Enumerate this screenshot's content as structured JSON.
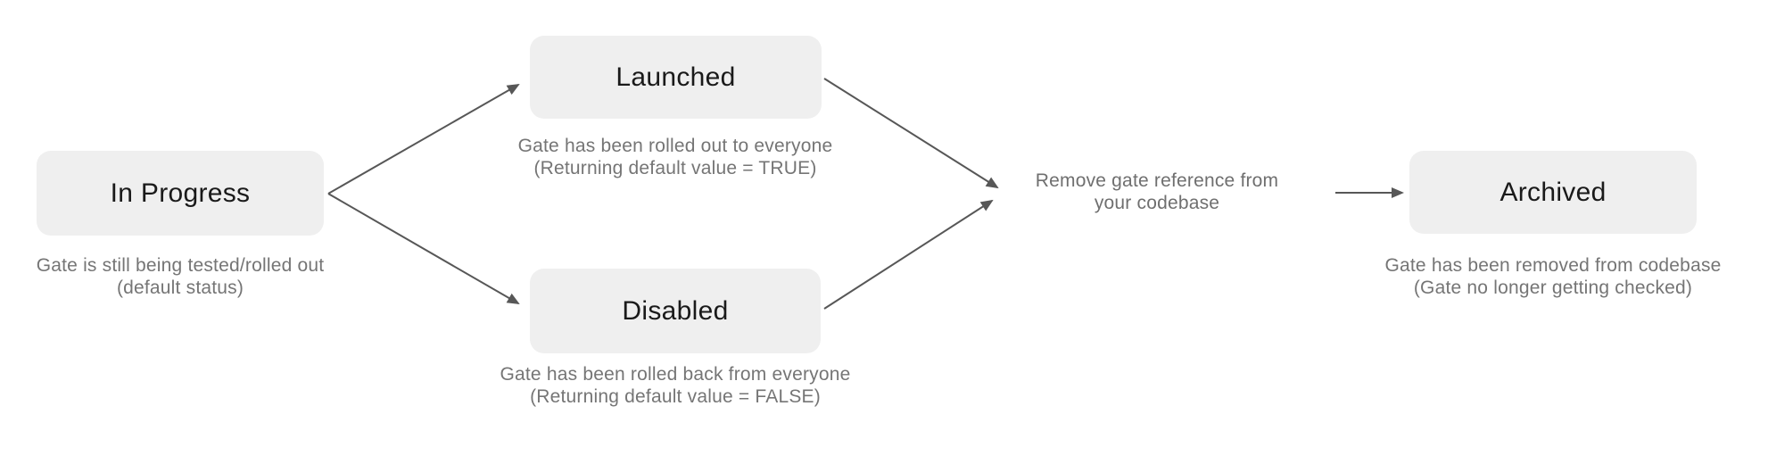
{
  "diagram": {
    "title_semantic": "Feature gate lifecycle flow",
    "nodes": {
      "in_progress": {
        "label": "In Progress",
        "caption": [
          "Gate is still being tested/rolled out",
          "(default status)"
        ]
      },
      "launched": {
        "label": "Launched",
        "caption": [
          "Gate has been rolled out to everyone",
          "(Returning default value = TRUE)"
        ]
      },
      "disabled": {
        "label": "Disabled",
        "caption": [
          "Gate has been rolled back from everyone",
          "(Returning default value = FALSE)"
        ]
      },
      "archived": {
        "label": "Archived",
        "caption": [
          "Gate has been removed from codebase",
          "(Gate no longer getting checked)"
        ]
      }
    },
    "annotation": {
      "line1": "Remove gate reference from",
      "line2": "your codebase"
    },
    "edges": [
      {
        "from": "in_progress",
        "to": "launched"
      },
      {
        "from": "in_progress",
        "to": "disabled"
      },
      {
        "from": "launched",
        "to": "remove-gate-annotation"
      },
      {
        "from": "disabled",
        "to": "remove-gate-annotation"
      },
      {
        "from": "remove-gate-annotation",
        "to": "archived"
      }
    ],
    "colors": {
      "background": "#ffffff",
      "node_fill": "#efefef",
      "node_text": "#1a1a1a",
      "caption_text": "#757575",
      "arrow": "#575757"
    }
  }
}
